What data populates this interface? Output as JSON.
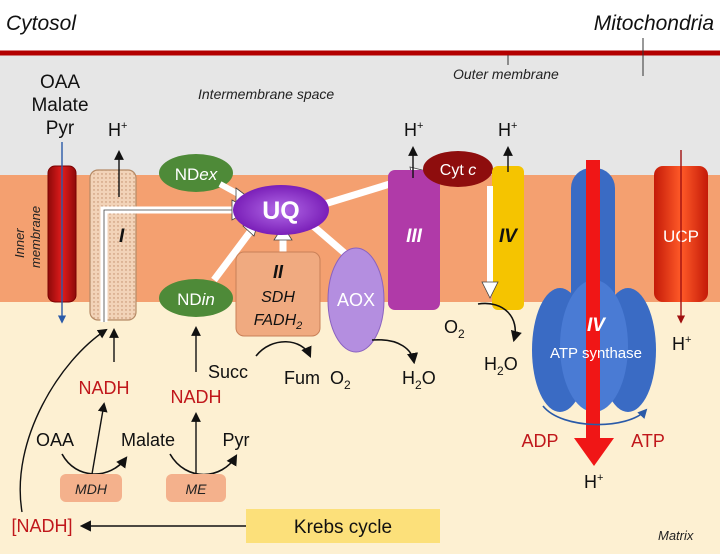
{
  "regions": {
    "cytosol": "Cytosol",
    "mitochondria": "Mitochondria",
    "outer_membrane": "Outer membrane",
    "intermembrane_space": "Intermembrane space",
    "inner_membrane_line1": "Inner",
    "inner_membrane_line2": "membrane",
    "matrix": "Matrix"
  },
  "transporter": {
    "line1": "OAA",
    "line2": "Malate",
    "line3": "Pyr"
  },
  "proton": {
    "base": "H",
    "charge": "+"
  },
  "complexes": {
    "c1": "I",
    "ndex_base": "ND",
    "ndex_sub": "ex",
    "ndin_base": "ND",
    "ndin_sub": "in",
    "uq": "UQ",
    "c2": "II",
    "sdh": "SDH",
    "fadh_base": "FADH",
    "fadh_sub": "2",
    "aox": "AOX",
    "c3": "III",
    "cytc_base": "Cyt ",
    "cytc_sub": "c",
    "c4": "IV",
    "atp_label": "IV",
    "atp_synthase": "ATP synthase",
    "ucp": "UCP"
  },
  "metabolites": {
    "succ": "Succ",
    "fum": "Fum",
    "o2_base": "O",
    "o2_sub": "2",
    "h2o_base": "H",
    "h2o_sub": "2",
    "h2o_end": "O",
    "nadh": "NADH",
    "oaa": "OAA",
    "malate": "Malate",
    "pyr": "Pyr",
    "mdh": "MDH",
    "me": "ME",
    "adp": "ADP",
    "atp": "ATP",
    "nadh_pool": "[NADH]",
    "krebs": "Krebs cycle"
  },
  "colors": {
    "cytosol_line": "#b30000",
    "intermembrane": "#e6e6e6",
    "membrane": "#f4a070",
    "matrix": "#fdf0d2",
    "text_red": "#c0171b",
    "nd_green": "#4e8a38",
    "uq_purple": "#8c2ec8",
    "aox_purple": "#b48ee0",
    "c2_box": "#f0aa80",
    "c3_magenta": "#b03aa8",
    "cytc_red": "#8e0d0d",
    "c4_yellow": "#f5c400",
    "atp_blue": "#3a6bc4",
    "ucp_red": "#e32a10",
    "krebs_yellow": "#fce07a",
    "enzyme_box": "#f4b18c"
  }
}
